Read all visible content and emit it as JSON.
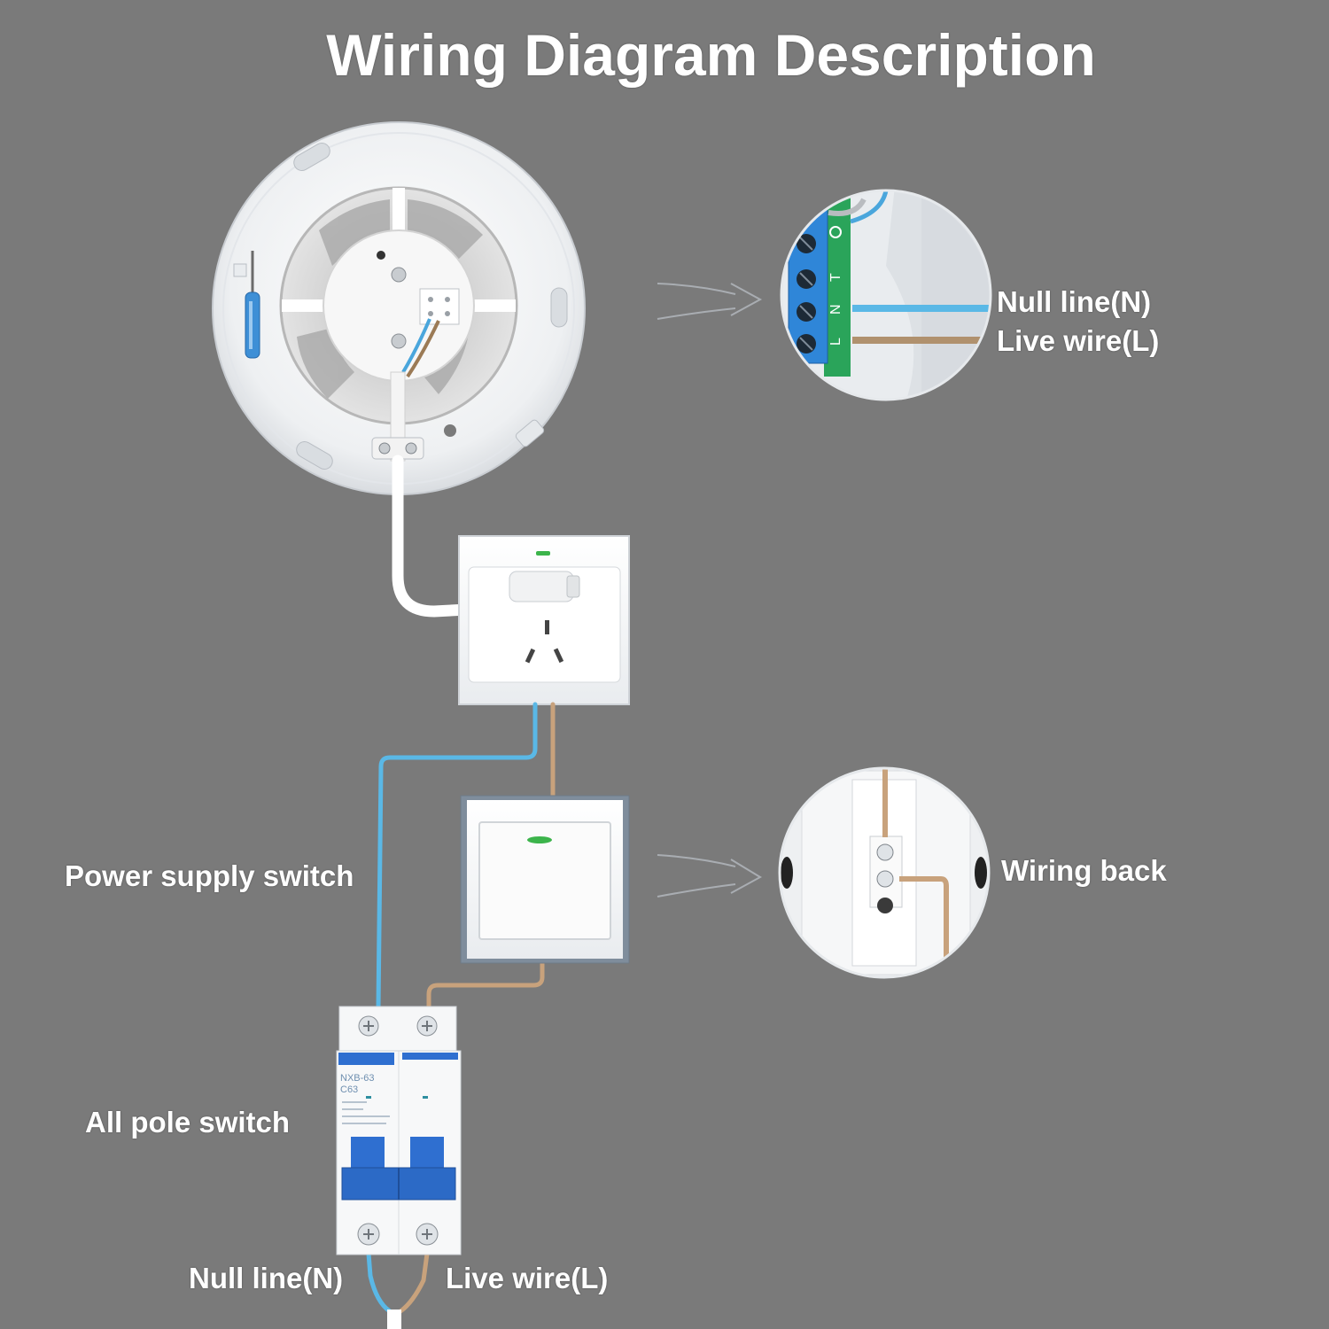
{
  "title": "Wiring Diagram Description",
  "labels": {
    "null_line_top": "Null line(N)",
    "live_wire_top": "Live wire(L)",
    "wiring_back": "Wiring back",
    "power_supply_switch": "Power supply switch",
    "all_pole_switch": "All pole switch",
    "null_line_bottom": "Null line(N)",
    "live_wire_bottom": "Live wire(L)"
  },
  "breaker": {
    "model": "NXB-63",
    "rating": "C63"
  },
  "terminal_marks": [
    "L",
    "N",
    "T"
  ],
  "colors": {
    "background": "#7a7a7a",
    "null_wire": "#5ab8e6",
    "live_wire": "#c8a27c",
    "breaker_blue": "#2f6fd0",
    "terminal_blue": "#2f86d8",
    "indicator_green": "#3cb44b"
  }
}
